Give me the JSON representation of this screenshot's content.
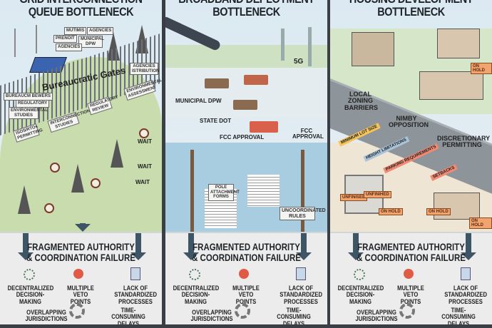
{
  "panels": [
    {
      "title_line1": "GRID INTERCONNECTION",
      "title_line2": "QUEUE BOTTLENECK",
      "labels": {
        "gates": "Bureaucratic Gates",
        "gate1": "ISOS/RTOs PERMITTING",
        "gate2": "INTERCONNECTION STUDIES",
        "gate3": "REGULATORY REVIEW",
        "gate4": "ENVIRONMENTAL ASSESSMENT",
        "tag1": "MUTIMIS",
        "tag2": "PRENOIT",
        "tag3": "AGENCIES",
        "tag4": "MUNICIPAL DPW",
        "tag5": "AGENCIES",
        "tag6": "AGENCIES ISTRIBUTION",
        "tag7": "BUREAUCM BEWERS",
        "tag8": "REGULATORY",
        "tag9": "ENVIRONMENTAL STUDIES",
        "wait1": "WAIT",
        "wait2": "WAIT",
        "wait3": "WAIT"
      }
    },
    {
      "title_line1": "BROADBAND DEPLOYMENT",
      "title_line2": "BOTTLENECK",
      "labels": {
        "g5": "5G",
        "municipal": "MUNICIPAL DPW",
        "state": "STATE DOT",
        "fcc1": "FCC APPROVAL",
        "fcc2": "FCC APPROVAL",
        "forms": "POLE ATTACHMENT FORMS",
        "rules": "UNCOORDINATED RULES"
      }
    },
    {
      "title_line1": "HOUSING DEVELOPMENT",
      "title_line2": "BOTTLENECK",
      "labels": {
        "zoning": "LOCAL ZONING BARRIERS",
        "nimby": "NIMBY OPPOSITION",
        "disc": "DISCRETIONARY PERMITTING",
        "lot": "MINIMUM LOT SIZE",
        "height": "HEIGHT LIMITATIONS",
        "parking": "PARKING REQUIREMENTS",
        "setbacks": "SETBACKS",
        "hold1": "ON HOLD",
        "hold2": "ON HOLD",
        "hold3": "ON HOLD",
        "hold4": "ON HOLD",
        "unf1": "UNFINISED",
        "unf2": "UNFINIHED"
      }
    }
  ],
  "bottom": {
    "title_line1": "FRAGMENTED AUTHORITY",
    "title_line2": "& COORDINATION FAILURE",
    "decentralized": "DECENTRALIZED DECISION-MAKING",
    "veto": "MULTIPLE VETO POINTS",
    "lack": "LACK OF STANDARDIZED PROCESSES",
    "overlap": "OVERLAPPING JURISDICTIONS",
    "delays": "TIME-CONSUMING DELAYS"
  },
  "colors": {
    "arrow": "#3e5566",
    "stamp_red": "#d9604a",
    "stamp_brown": "#8a6a50",
    "hold": "#f2a46e",
    "wall": "#8d949a"
  }
}
